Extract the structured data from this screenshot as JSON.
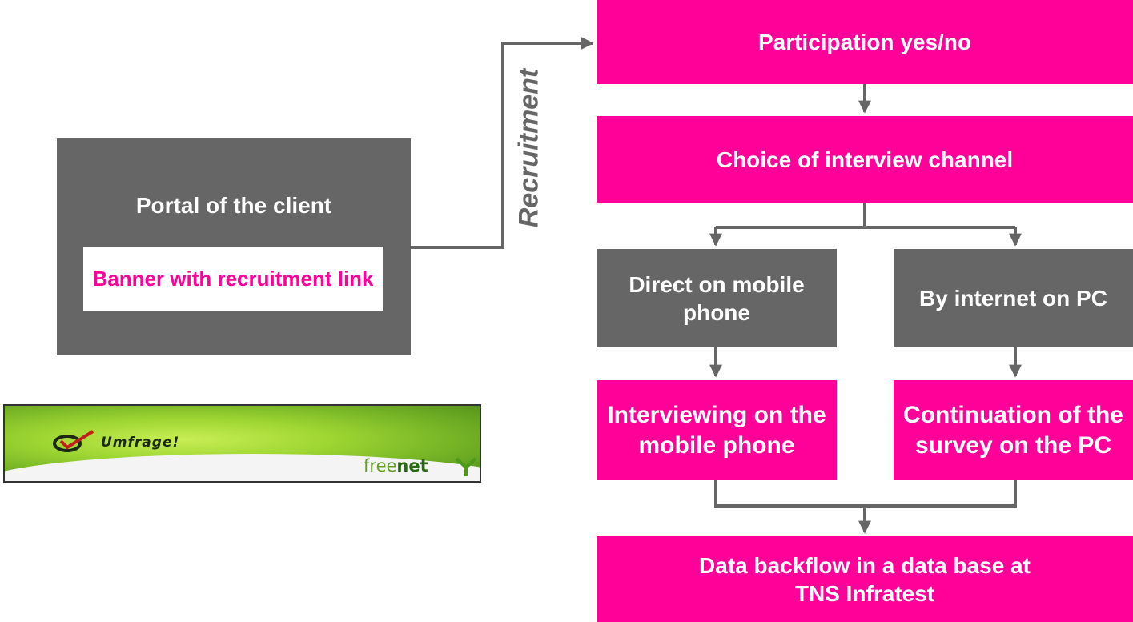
{
  "portal": {
    "title": "Portal of the client",
    "banner": "Banner with recruitment link"
  },
  "recruitment_label": "Recruitment",
  "logo": {
    "umfrage": "Umfrage!",
    "freenet_a": "free",
    "freenet_b": "net"
  },
  "flow": {
    "participation": "Participation yes/no",
    "choice": "Choice of interview channel",
    "direct_mobile": "Direct on mobile phone",
    "internet_pc": "By internet on PC",
    "interview_mobile": "Interviewing on the mobile phone",
    "continue_pc": "Continuation of the survey on the PC",
    "backflow": "Data backflow in a data base at TNS Infratest"
  },
  "colors": {
    "magenta": "#ff0099",
    "grey": "#666666"
  }
}
